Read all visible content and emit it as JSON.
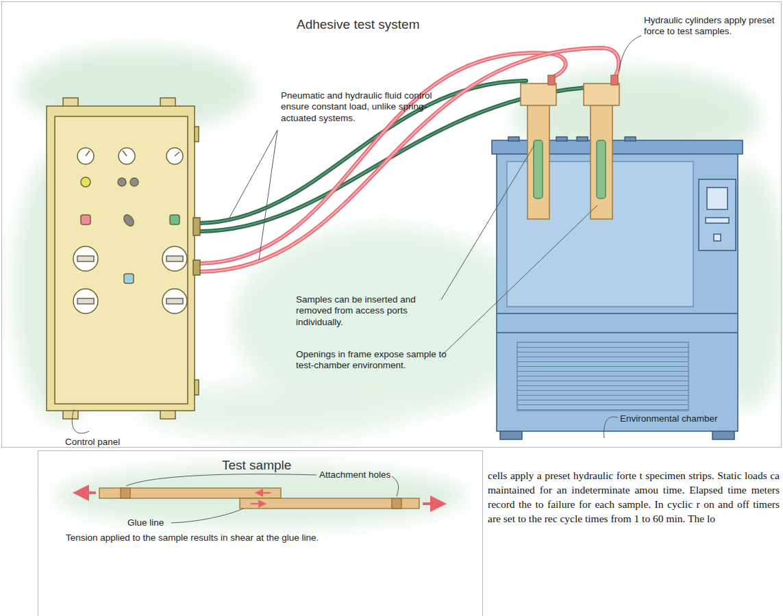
{
  "diagram": {
    "nodes": [
      {
        "text": [
          "Adhesive test system"
        ]
      },
      {
        "text": [
          "Test sample"
        ]
      }
    ],
    "labels": [
      "Pneumatic and hydraulic fluid control ensure constant load, unlike spring-actuated systems.",
      "Hydraulic cylinders apply preset force to test samples.",
      "Samples can be inserted and removed from access ports individually.",
      "Openings in frame expose sample to test-chamber environment.",
      "Control panel",
      "Environmental chamber",
      "Attachment holes",
      "Glue line",
      "Tension applied to the sample results in shear at the glue line.",
      "cells apply a preset hydraulic forte t specimen strips. Static loads ca maintained for an indeterminate amou time. Elapsed time meters record the to failure for each sample. In cyclic r on and off timers are set to the rec cycle times from 1 to 60 min. The lo"
    ]
  }
}
